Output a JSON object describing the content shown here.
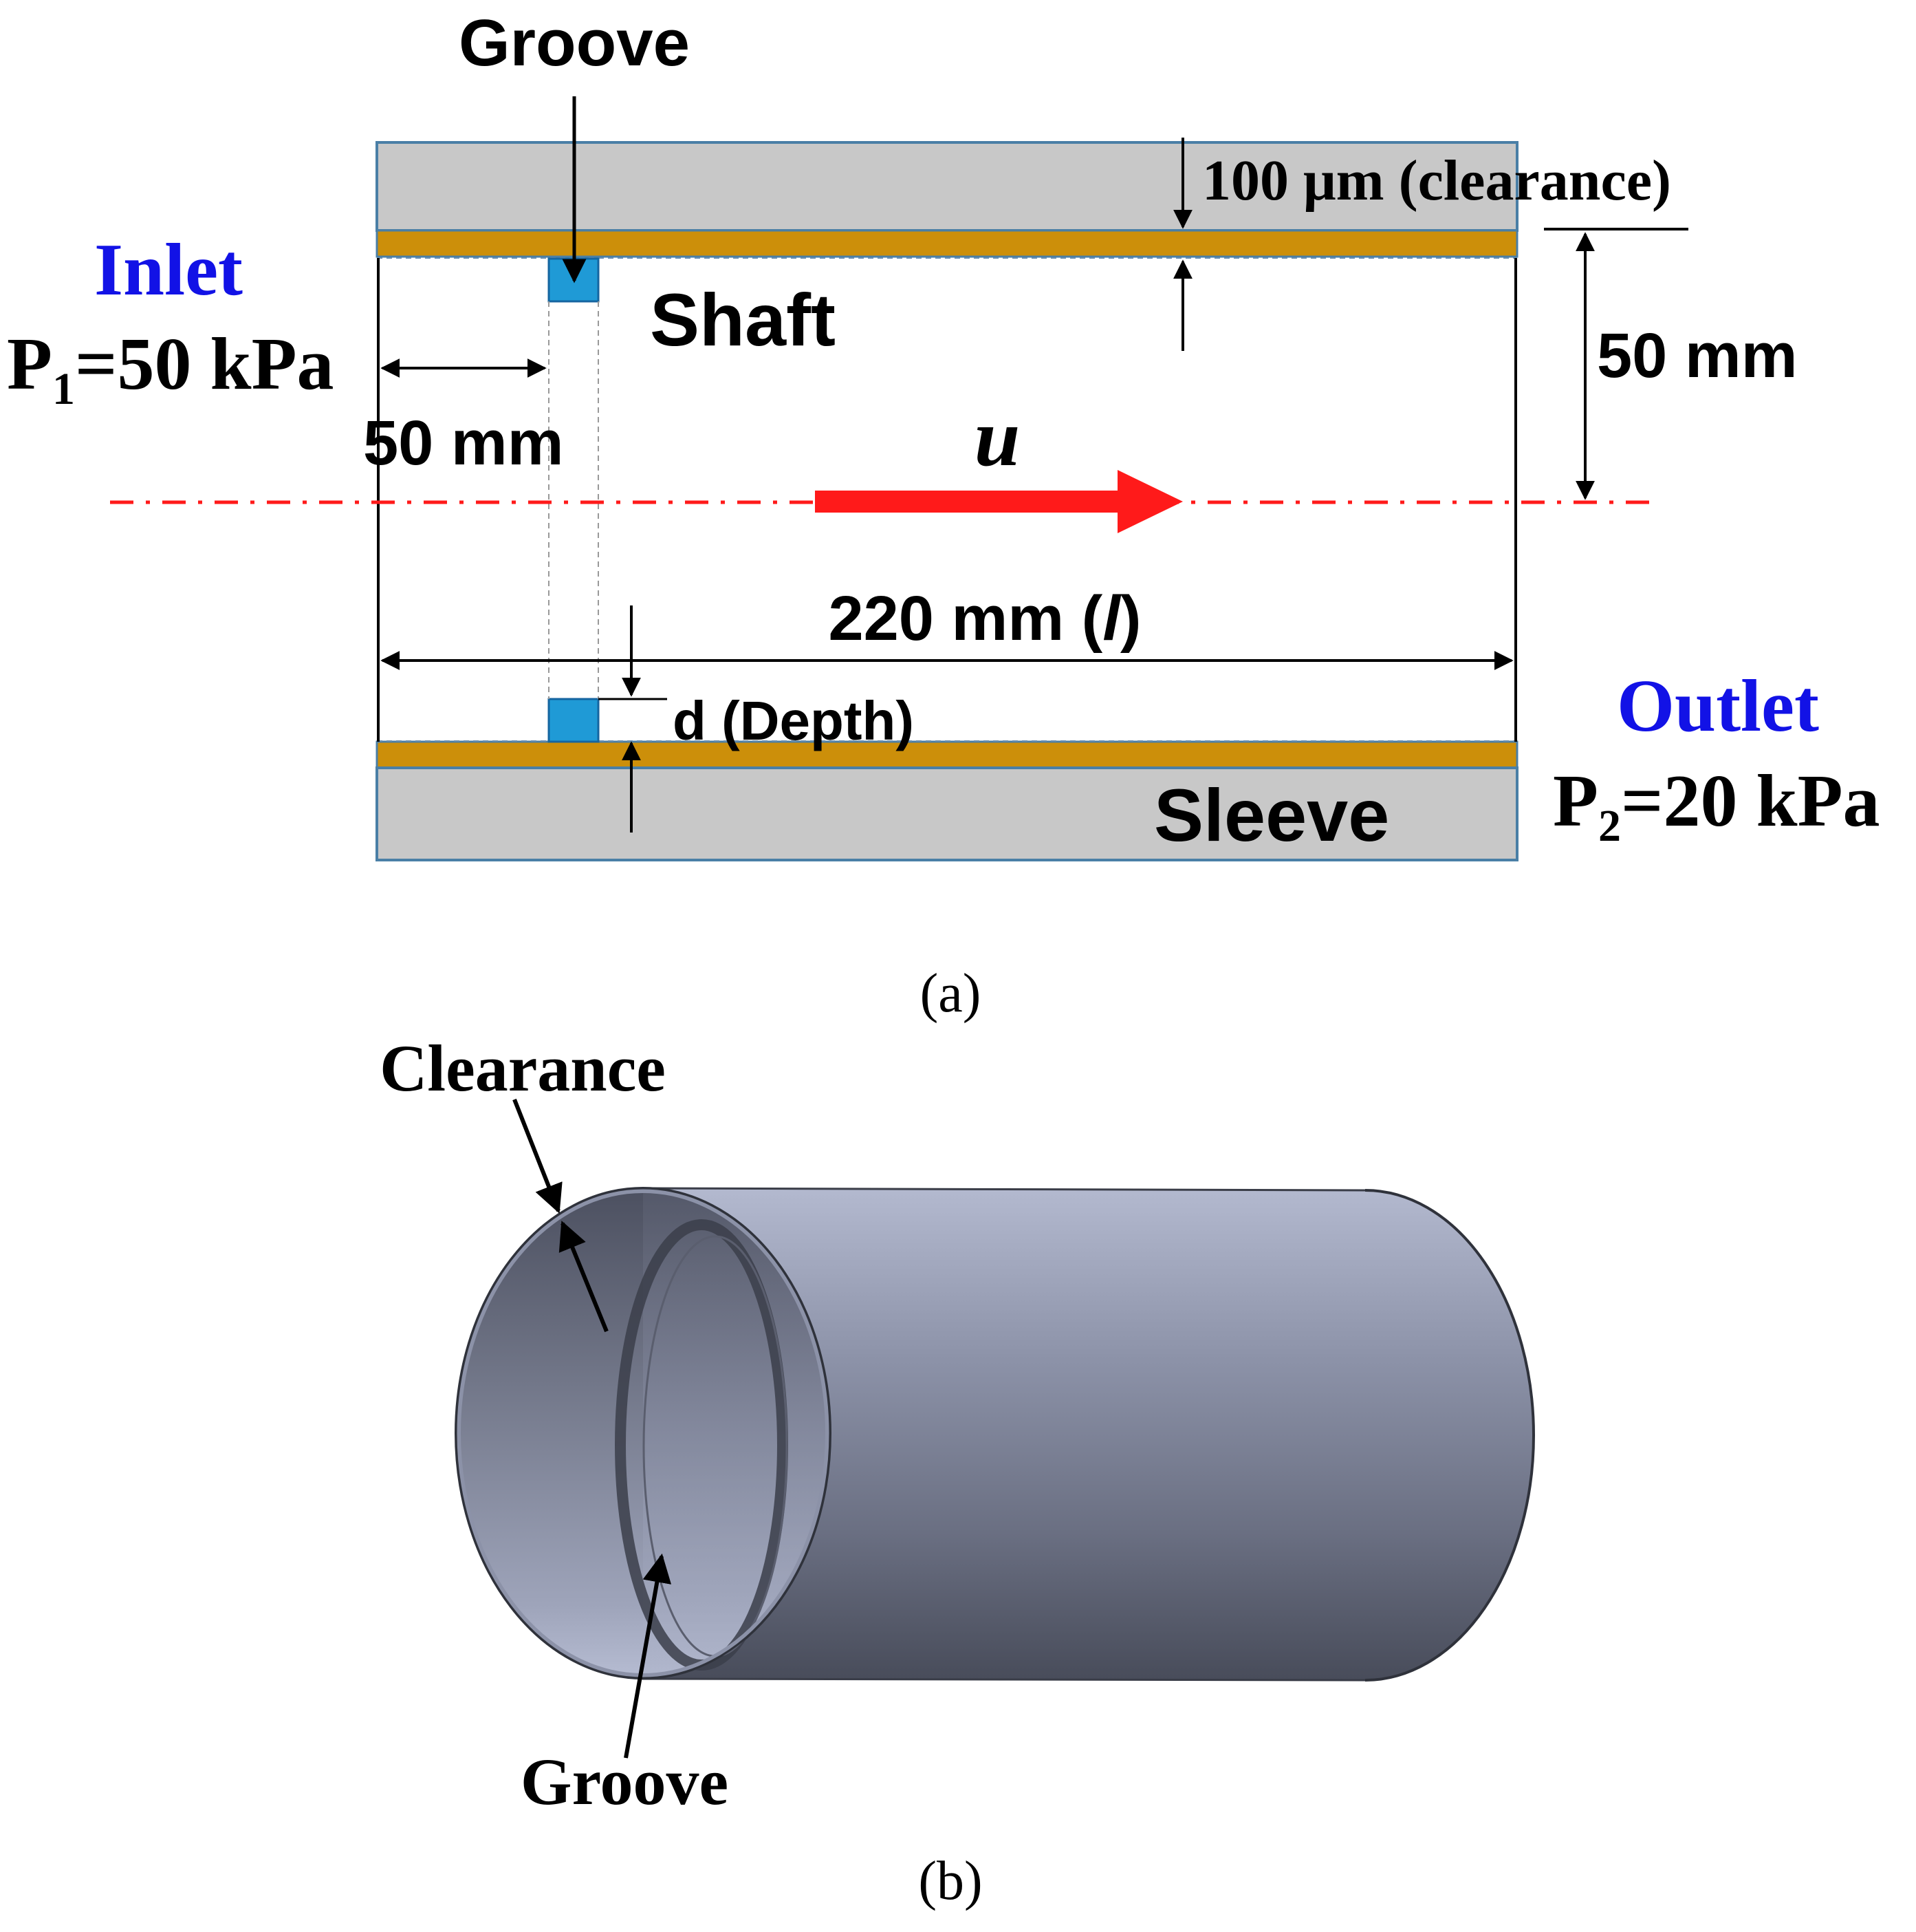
{
  "panel_a": {
    "groove_label": "Groove",
    "clearance_label": "100 μm (clearance)",
    "shaft_label": "Shaft",
    "sleeve_label": "Sleeve",
    "inlet_label": "Inlet",
    "inlet_pressure": {
      "symbol": "P",
      "subscript": "1",
      "rest": "=50 kPa"
    },
    "outlet_label": "Outlet",
    "outlet_pressure": {
      "symbol": "P",
      "subscript": "2",
      "rest": "=20 kPa"
    },
    "groove_offset_label": "50 mm",
    "radius_label": "50 mm",
    "velocity_label": "u",
    "length_label": {
      "prefix": "220 mm (",
      "italic": "l",
      "suffix": ")"
    },
    "depth_label": "d (Depth)",
    "caption": "(a)"
  },
  "panel_b": {
    "clearance_label": "Clearance",
    "groove_label": "Groove",
    "caption": "(b)"
  },
  "colors": {
    "wall_gray": "#c8c8c8",
    "wall_border": "#4a7fa6",
    "film_gold": "#cc8f0a",
    "groove_blue": "#1f9ad6",
    "arrow_red": "#ff1a1a",
    "label_blue": "#1212e6",
    "cylinder_light": "#aab0c6",
    "cylinder_dark": "#4a4f5e"
  }
}
